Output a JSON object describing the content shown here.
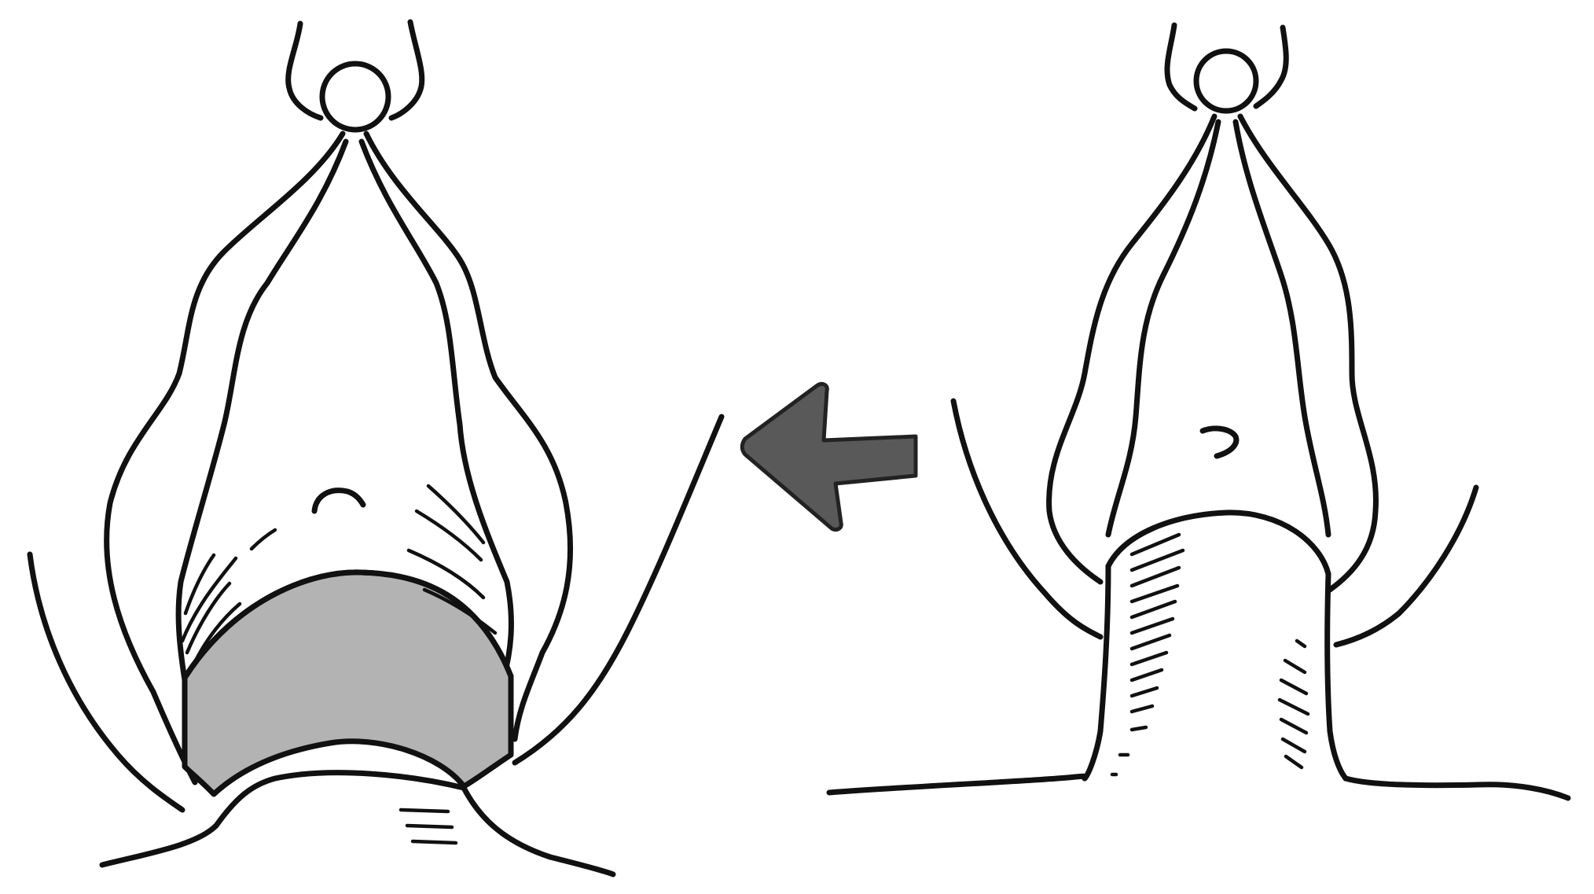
{
  "figure": {
    "panels": [
      {
        "id": "left",
        "description_label": ""
      },
      {
        "id": "right",
        "description_label": ""
      }
    ],
    "colors": {
      "ink": "#111111",
      "background": "#ffffff",
      "shaded_region": "#b3b3b3",
      "arrow_fill": "#595959"
    },
    "arrow": {
      "direction": "left"
    }
  }
}
